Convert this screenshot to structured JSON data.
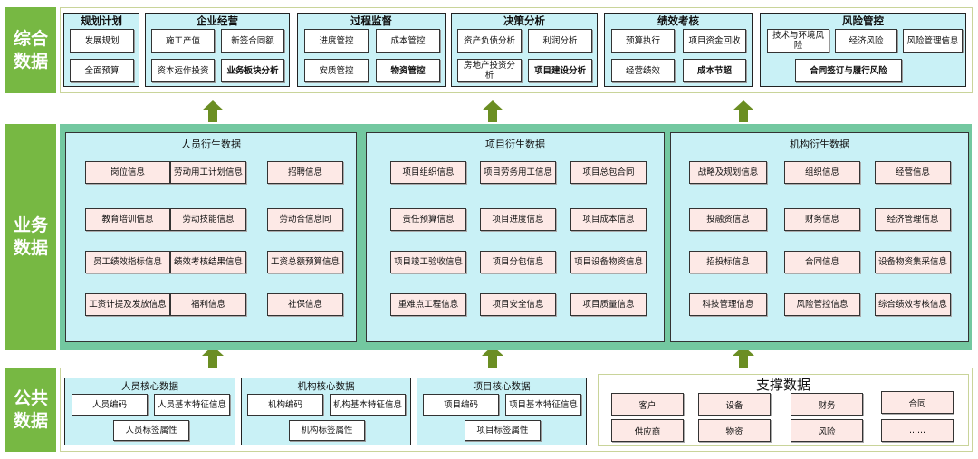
{
  "labels": {
    "top": "综合\n数据",
    "mid": "业务\n数据",
    "bottom": "公共\n数据"
  },
  "top_groups": [
    {
      "title": "规划计划",
      "items": [
        {
          "t": "发展规划"
        },
        {
          "t": "全面预算"
        }
      ]
    },
    {
      "title": "企业经营",
      "items": [
        {
          "t": "施工产值"
        },
        {
          "t": "新签合同额"
        },
        {
          "t": "资本运作投资"
        },
        {
          "t": "业务板块分析",
          "bold": true
        }
      ]
    },
    {
      "title": "过程监督",
      "items": [
        {
          "t": "进度管控"
        },
        {
          "t": "成本管控"
        },
        {
          "t": "安质管控"
        },
        {
          "t": "物资管控",
          "bold": true
        }
      ]
    },
    {
      "title": "决策分析",
      "items": [
        {
          "t": "资产负债分析"
        },
        {
          "t": "利润分析"
        },
        {
          "t": "房地产投资分析"
        },
        {
          "t": "项目建设分析",
          "bold": true
        }
      ]
    },
    {
      "title": "绩效考核",
      "items": [
        {
          "t": "预算执行"
        },
        {
          "t": "项目资金回收"
        },
        {
          "t": "经营绩效"
        },
        {
          "t": "成本节超",
          "bold": true
        }
      ]
    },
    {
      "title": "风险管控",
      "items": [
        {
          "t": "技术与环境风险"
        },
        {
          "t": "经济风险"
        },
        {
          "t": "风险管理信息"
        },
        {
          "t": "合同签订与履行风险",
          "bold": true
        }
      ]
    }
  ],
  "biz_groups": [
    {
      "title": "人员衍生数据",
      "items": [
        "岗位信息",
        "劳动用工计划信息",
        "招聘信息",
        "教育培训信息",
        "劳动技能信息",
        "劳动合信息同",
        "员工绩效指标信息",
        "绩效考核结果信息",
        "工资总额预算信息",
        "工资计提及发放信息",
        "福利信息",
        "社保信息"
      ]
    },
    {
      "title": "项目衍生数据",
      "items": [
        "项目组织信息",
        "项目劳务用工信息",
        "项目总包合同",
        "责任预算信息",
        "项目进度信息",
        "项目成本信息",
        "项目竣工验收信息",
        "项目分包信息",
        "项目设备物资信息",
        "重难点工程信息",
        "项目安全信息",
        "项目质量信息"
      ]
    },
    {
      "title": "机构衍生数据",
      "items": [
        "战略及规划信息",
        "组织信息",
        "经营信息",
        "投融资信息",
        "财务信息",
        "经济管理信息",
        "招投标信息",
        "合同信息",
        "设备物资集采信息",
        "科技管理信息",
        "风险管控信息",
        "综合绩效考核信息"
      ]
    }
  ],
  "core_groups": [
    {
      "title": "人员核心数据",
      "items": [
        "人员编码",
        "人员基本特征信息",
        "人员标签属性"
      ]
    },
    {
      "title": "机构核心数据",
      "items": [
        "机构编码",
        "机构基本特征信息",
        "机构标签属性"
      ]
    },
    {
      "title": "项目核心数据",
      "items": [
        "项目编码",
        "项目基本特征信息",
        "项目标签属性"
      ]
    }
  ],
  "support": {
    "title": "支撑数据",
    "items": [
      "客户",
      "设备",
      "财务",
      "合同",
      "供应商",
      "物资",
      "风险",
      "......"
    ]
  },
  "colors": {
    "label_green": "#77b843",
    "arrow_green": "#6b8e23",
    "group_fill": "#c9f1f6",
    "biz_bg": "#73c8a0",
    "item_pink": "#fde9e6"
  }
}
